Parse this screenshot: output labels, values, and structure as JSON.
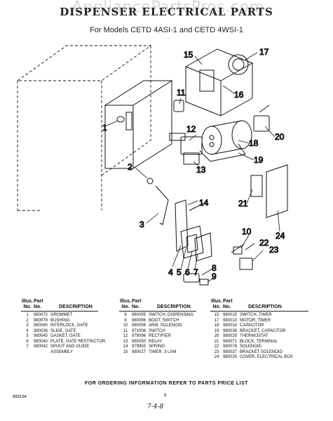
{
  "watermark": "AppliancePartsPros.com",
  "title": "DISPENSER ELECTRICAL PARTS",
  "subtitle": "For Models CETD 4ASI-1 and CETD 4WSI-1",
  "callouts": [
    "1",
    "2",
    "3",
    "4",
    "5",
    "6",
    "7",
    "8",
    "9",
    "10",
    "11",
    "12",
    "13",
    "14",
    "15",
    "16",
    "17",
    "18",
    "19",
    "20",
    "21",
    "22",
    "23",
    "24"
  ],
  "parts_table": {
    "headers": {
      "illus_line1": "Illus.",
      "illus_line2": "No.",
      "part_line1": "Part",
      "part_line2": "No.",
      "description": "DESCRIPTION"
    },
    "columns": [
      [
        {
          "illus": "1",
          "part": "980072",
          "desc": "GROMMET"
        },
        {
          "illus": "2",
          "part": "980079",
          "desc": "BUSHING"
        },
        {
          "illus": "3",
          "part": "980080",
          "desc": "INTERLOCK, GATE"
        },
        {
          "illus": "4",
          "part": "980038",
          "desc": "SLIDE, GATE"
        },
        {
          "illus": "5",
          "part": "980045",
          "desc": "GASKET, GATE"
        },
        {
          "illus": "6",
          "part": "980040",
          "desc": "PLATE, GATE RESTRICTOR"
        },
        {
          "illus": "7",
          "part": "980042",
          "desc": "SPOUT AND GUIDE"
        },
        {
          "illus": "",
          "part": "",
          "desc": "ASSEMBLY"
        }
      ],
      [
        {
          "illus": "8",
          "part": "980055",
          "desc": "SWITCH, DISPENSING"
        },
        {
          "illus": "9",
          "part": "980066",
          "desc": "BOOT, SWITCH"
        },
        {
          "illus": "10",
          "part": "980056",
          "desc": "ARM, SOLENOID"
        },
        {
          "illus": "11",
          "part": "971006",
          "desc": "SWITCH"
        },
        {
          "illus": "12",
          "part": "979096",
          "desc": "RECTIFIER"
        },
        {
          "illus": "13",
          "part": "980050",
          "desc": "RELAY"
        },
        {
          "illus": "14",
          "part": "979955",
          "desc": "SPRING"
        },
        {
          "illus": "15",
          "part": "980027",
          "desc": "TIMER, 3 LAM"
        }
      ],
      [
        {
          "illus": "15",
          "part": "980015",
          "desc": "SWITCH, TIMER"
        },
        {
          "illus": "17",
          "part": "980013",
          "desc": "MOTOR, TIMER"
        },
        {
          "illus": "18",
          "part": "980014",
          "desc": "CAPACITOR"
        },
        {
          "illus": "19",
          "part": "980038",
          "desc": "BRACKET, CAPACITOR"
        },
        {
          "illus": "20",
          "part": "980029",
          "desc": "THERMOSTAT"
        },
        {
          "illus": "21",
          "part": "980071",
          "desc": "BLOCK, TERMINAL"
        },
        {
          "illus": "22",
          "part": "980078",
          "desc": "SOLENOID"
        },
        {
          "illus": "23",
          "part": "980037",
          "desc": "BRACKET SOLENOID"
        },
        {
          "illus": "24",
          "part": "980026",
          "desc": "COVER, ELECTRICAL BOX"
        }
      ]
    ]
  },
  "footer": "FOR ORDERING INFORMATION REFER TO PARTS PRICE LIST",
  "page_number": "8",
  "doc_code": "869184",
  "handwritten": "7-4-8"
}
